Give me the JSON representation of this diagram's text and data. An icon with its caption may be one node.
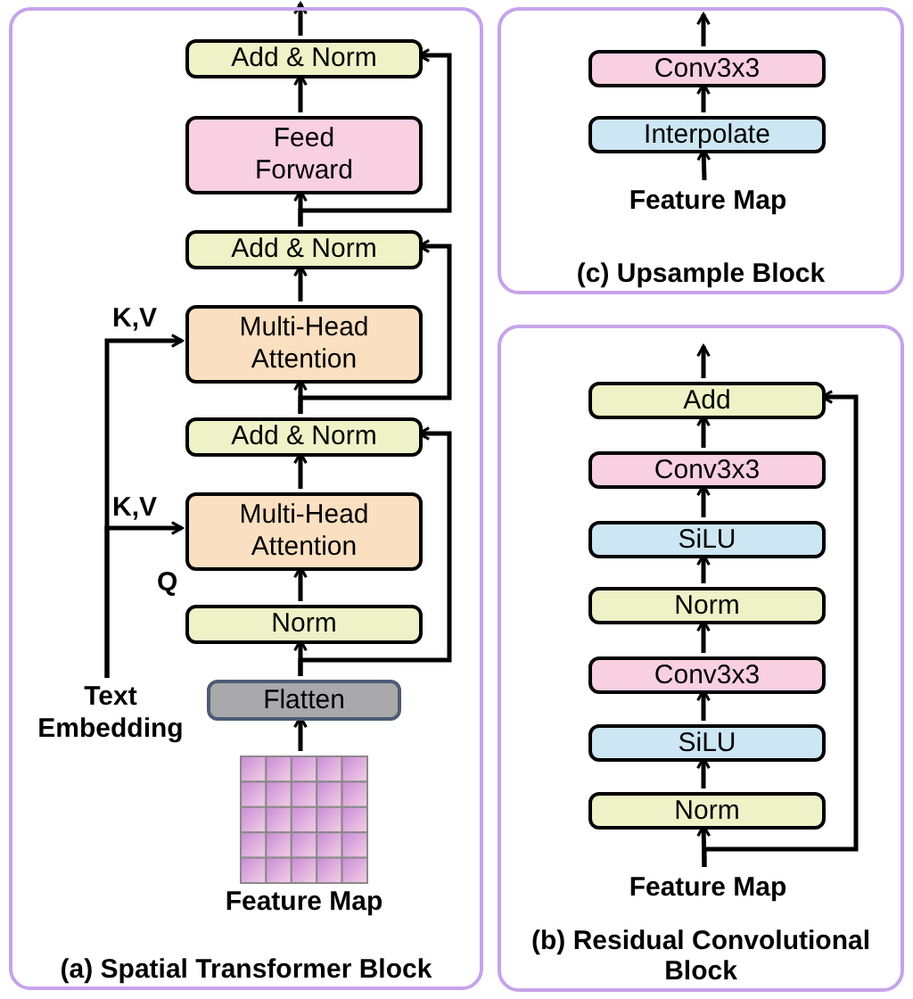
{
  "diagram": {
    "nodes": [
      {
        "text": [
          "(a) Spatial Transformer Block"
        ]
      },
      {
        "text": [
          "Add & Norm"
        ],
        "in": 0
      },
      {
        "text": [
          "Feed Forward"
        ],
        "in": 0
      },
      {
        "text": [
          "Add & Norm"
        ],
        "in": 0
      },
      {
        "text": [
          "Multi-Head Attention"
        ],
        "in": 0
      },
      {
        "text": [
          "Add & Norm"
        ],
        "in": 0
      },
      {
        "text": [
          "Multi-Head Attention"
        ],
        "in": 0
      },
      {
        "text": [
          "Norm"
        ],
        "in": 0
      },
      {
        "text": [
          "Flatten"
        ],
        "in": 0
      },
      {
        "text": [],
        "shape": "picture",
        "in": 0,
        "beside": [
          "Feature Map"
        ]
      },
      {
        "text": [
          "Text Embedding"
        ],
        "in": 0
      },
      {
        "text": [
          "(c) Upsample Block"
        ]
      },
      {
        "text": [
          "Conv3x3"
        ],
        "in": 11
      },
      {
        "text": [
          "Interpolate"
        ],
        "in": 11
      },
      {
        "text": [
          "Feature Map"
        ],
        "in": 11
      },
      {
        "text": [
          "(b) Residual Convolutional Block"
        ]
      },
      {
        "text": [
          "Add"
        ],
        "in": 15
      },
      {
        "text": [
          "Conv3x3"
        ],
        "in": 15
      },
      {
        "text": [
          "SiLU"
        ],
        "in": 15
      },
      {
        "text": [
          "Norm"
        ],
        "in": 15
      },
      {
        "text": [
          "Conv3x3"
        ],
        "in": 15
      },
      {
        "text": [
          "SiLU"
        ],
        "in": 15
      },
      {
        "text": [
          "Norm"
        ],
        "in": 15
      },
      {
        "text": [
          "Feature Map"
        ],
        "in": 15
      }
    ],
    "edges": [
      {
        "from": 1,
        "to": null,
        "arrow": "to"
      },
      {
        "from": 2,
        "to": 1,
        "arrow": "to"
      },
      {
        "from": 3,
        "to": 2,
        "arrow": "to"
      },
      {
        "from": 3,
        "to": 1,
        "arrow": "to"
      },
      {
        "from": 4,
        "to": 3,
        "arrow": "to"
      },
      {
        "from": 5,
        "to": 4,
        "arrow": "to"
      },
      {
        "from": 5,
        "to": 3,
        "arrow": "to"
      },
      {
        "from": 6,
        "to": 5,
        "arrow": "to"
      },
      {
        "from": 7,
        "to": 6,
        "arrow": "to",
        "label": "Q"
      },
      {
        "from": 8,
        "to": 7,
        "arrow": "to"
      },
      {
        "from": 8,
        "to": 5,
        "arrow": "to"
      },
      {
        "from": 9,
        "to": 8,
        "arrow": "to"
      },
      {
        "from": 10,
        "to": 4,
        "arrow": "to",
        "label": "K,V"
      },
      {
        "from": 10,
        "to": 6,
        "arrow": "to",
        "label": "K,V"
      },
      {
        "from": 12,
        "to": null,
        "arrow": "to"
      },
      {
        "from": 13,
        "to": 12,
        "arrow": "to"
      },
      {
        "from": 14,
        "to": 13,
        "arrow": "to"
      },
      {
        "from": 16,
        "to": null,
        "arrow": "to"
      },
      {
        "from": 17,
        "to": 16,
        "arrow": "to"
      },
      {
        "from": 18,
        "to": 17,
        "arrow": "to"
      },
      {
        "from": 19,
        "to": 18,
        "arrow": "to"
      },
      {
        "from": 20,
        "to": 19,
        "arrow": "to"
      },
      {
        "from": 21,
        "to": 20,
        "arrow": "to"
      },
      {
        "from": 22,
        "to": 21,
        "arrow": "to"
      },
      {
        "from": 23,
        "to": 22,
        "arrow": "to"
      },
      {
        "from": 23,
        "to": 16,
        "arrow": "to"
      }
    ]
  }
}
